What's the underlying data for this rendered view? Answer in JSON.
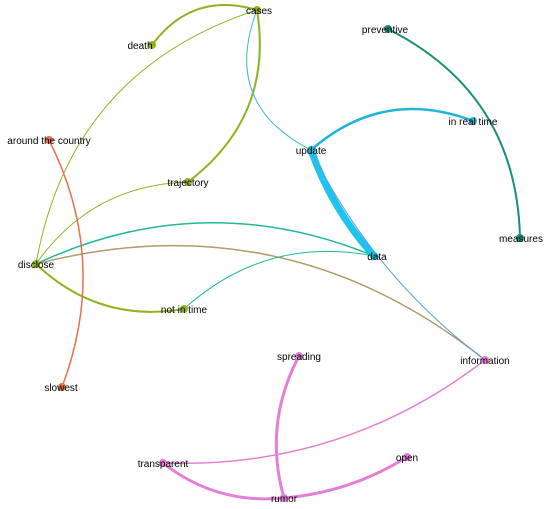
{
  "diagram": {
    "type": "keyword-co-occurrence-network",
    "nodes": [
      {
        "id": "cases",
        "label": "cases",
        "color": "#8fb320"
      },
      {
        "id": "death",
        "label": "death",
        "color": "#8fb320"
      },
      {
        "id": "trajectory",
        "label": "trajectory",
        "color": "#8fb320"
      },
      {
        "id": "disclose",
        "label": "disclose",
        "color": "#8fb320"
      },
      {
        "id": "not_in_time",
        "label": "not in time",
        "color": "#8fb320"
      },
      {
        "id": "around_the_country",
        "label": "around the country",
        "color": "#e8704a"
      },
      {
        "id": "slowest",
        "label": "slowest",
        "color": "#e8704a"
      },
      {
        "id": "preventive",
        "label": "preventive",
        "color": "#1a8f78"
      },
      {
        "id": "measures",
        "label": "measures",
        "color": "#1a8f78"
      },
      {
        "id": "in_real_time",
        "label": "in real time",
        "color": "#1fb4d9"
      },
      {
        "id": "update",
        "label": "update",
        "color": "#1fb4d9"
      },
      {
        "id": "data",
        "label": "data",
        "color": "#1fb4d9"
      },
      {
        "id": "information",
        "label": "information",
        "color": "#e57fd6"
      },
      {
        "id": "spreading",
        "label": "spreading",
        "color": "#e57fd6"
      },
      {
        "id": "transparent",
        "label": "transparent",
        "color": "#e57fd6"
      },
      {
        "id": "open",
        "label": "open",
        "color": "#e57fd6"
      },
      {
        "id": "rumor",
        "label": "rumor",
        "color": "#e57fd6"
      }
    ],
    "edges": [
      {
        "source": "cases",
        "target": "death",
        "weight": 2,
        "color": "#8fb320"
      },
      {
        "source": "cases",
        "target": "disclose",
        "weight": 1,
        "color": "#8fb320"
      },
      {
        "source": "cases",
        "target": "trajectory",
        "weight": 2,
        "color": "#8fb320"
      },
      {
        "source": "cases",
        "target": "update",
        "weight": 1,
        "color": "#3ab8d0"
      },
      {
        "source": "disclose",
        "target": "trajectory",
        "weight": 1,
        "color": "#8fb320"
      },
      {
        "source": "disclose",
        "target": "not_in_time",
        "weight": 2,
        "color": "#8fb320"
      },
      {
        "source": "disclose",
        "target": "data",
        "weight": 1.5,
        "color": "#1fb89a"
      },
      {
        "source": "disclose",
        "target": "information",
        "weight": 1.5,
        "color": "#b39a6a"
      },
      {
        "source": "not_in_time",
        "target": "data",
        "weight": 1,
        "color": "#1fb89a"
      },
      {
        "source": "around_the_country",
        "target": "slowest",
        "weight": 1.5,
        "color": "#e8704a"
      },
      {
        "source": "preventive",
        "target": "measures",
        "weight": 2,
        "color": "#1a8f78"
      },
      {
        "source": "update",
        "target": "in_real_time",
        "weight": 2.5,
        "color": "#1fb4d9"
      },
      {
        "source": "update",
        "target": "data",
        "weight": 7,
        "color": "#1fc3ef"
      },
      {
        "source": "update",
        "target": "information",
        "weight": 1,
        "color": "#5aa0d6"
      },
      {
        "source": "spreading",
        "target": "rumor",
        "weight": 3,
        "color": "#e57fd6"
      },
      {
        "source": "transparent",
        "target": "rumor",
        "weight": 3,
        "color": "#e57fd6"
      },
      {
        "source": "rumor",
        "target": "open",
        "weight": 3,
        "color": "#e57fd6"
      },
      {
        "source": "transparent",
        "target": "information",
        "weight": 1.5,
        "color": "#e57fd6"
      }
    ]
  }
}
